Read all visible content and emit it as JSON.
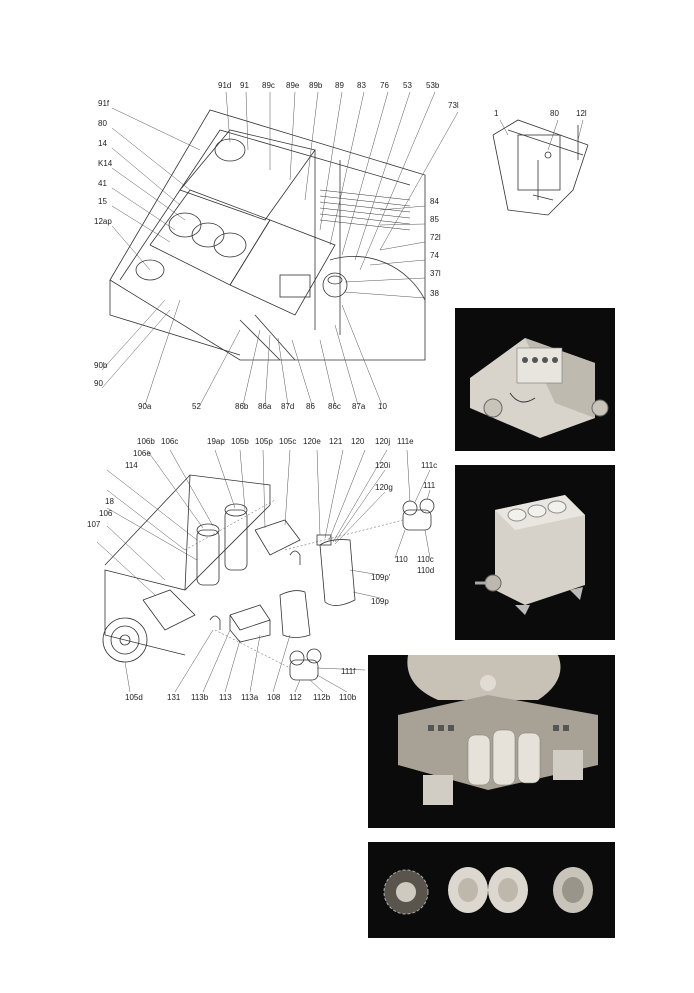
{
  "top_labels": [
    "91d",
    "91",
    "89c",
    "89e",
    "89b",
    "89",
    "83",
    "76",
    "53",
    "53b",
    "73l"
  ],
  "left_labels": [
    "91f",
    "80",
    "14",
    "K14",
    "41",
    "15",
    "12ap"
  ],
  "left_bottom_labels": [
    "90b",
    "90"
  ],
  "right_labels": [
    "84",
    "85",
    "72l",
    "74",
    "37l",
    "38"
  ],
  "bottom_labels": [
    "90a",
    "52",
    "86b",
    "86a",
    "87d",
    "86",
    "86c",
    "87a",
    "10"
  ],
  "inset_labels": [
    "1",
    "80",
    "12l"
  ],
  "lower_top_labels": [
    "106b",
    "106c",
    "19ap",
    "105b",
    "105p",
    "105c",
    "120e",
    "121",
    "120",
    "120j",
    "111e"
  ],
  "lower_left_labels": [
    "106e",
    "114",
    "18",
    "106",
    "107"
  ],
  "lower_right_labels": [
    "120i",
    "120g",
    "111c",
    "111",
    "110",
    "110c",
    "110d",
    "109p'",
    "109p",
    "111f"
  ],
  "lower_bottom_labels": [
    "105d",
    "131",
    "113b",
    "113",
    "113a",
    "108",
    "112",
    "112b",
    "110b"
  ],
  "colors": {
    "line": "#333333",
    "photo_bg": "#0b0b0b",
    "paper": "#ffffff"
  }
}
